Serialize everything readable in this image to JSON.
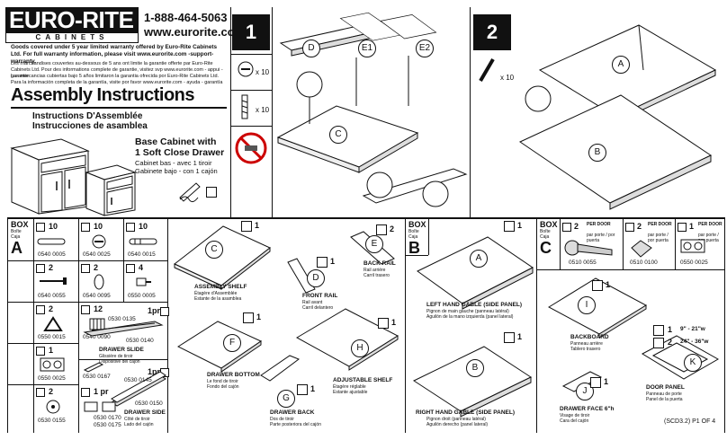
{
  "header": {
    "logo_top": "EURO-RITE",
    "logo_bottom": "CABINETS",
    "phone": "1-888-464-5063",
    "website": "www.eurorite.com",
    "warranty_en": "Goods covered under 5 year limited warranty offered by Euro-Rite Cabinets Ltd. For full warranty information, please visit www.eurorite.com -support-warranty.",
    "warranty_fr": "Les marchandises couvertes au-dessous de 5 ans ont limite la garantie offerte par Euro-Rite Cabinets Ltd. Pour des informations complete de garantie, visitez svp www.eurorite.com - appui - garantie",
    "warranty_es": "Las mercancias cubiertas bajo 5 años limitaron la garantia ofrecida por Euro-Rite Cabinets Ltd. Para la información completa de la garantía, visite por favor www.eurorite.com - ayuda - garantía",
    "title": "Assembly Instructions",
    "title_fr": "Instructions D'Assemblée",
    "title_es": "Instrucciones de asamblea",
    "cabinet_title_1": "Base Cabinet with",
    "cabinet_title_2": "1 Soft Close Drawer",
    "cabinet_fr": "Cabinet bas - avec 1 tiroir",
    "cabinet_es": "Gabinete bajo - con 1 cajón"
  },
  "steps": {
    "step1": "1",
    "step2": "2",
    "x10a": "x 10",
    "x10b": "x 10",
    "x10c": "x 10",
    "labels": [
      "D",
      "E1",
      "E2",
      "C",
      "A",
      "B"
    ]
  },
  "boxA": {
    "label": "BOX",
    "fr": "Boîte",
    "es": "Caja",
    "letter": "A",
    "items": [
      {
        "qty": "10",
        "code": "0540 0005"
      },
      {
        "qty": "10",
        "code": "0540 0025"
      },
      {
        "qty": "10",
        "code": "0540 0015"
      },
      {
        "qty": "2",
        "code": "0540 0055"
      },
      {
        "qty": "2",
        "code": "0540 0095"
      },
      {
        "qty": "4",
        "code": "0550 0005"
      },
      {
        "qty": "2",
        "code": "0550 0015"
      },
      {
        "qty": "12",
        "code": "0540 0090"
      },
      {
        "qty": "1",
        "code": "0550 0025"
      },
      {
        "qty": "2",
        "code": "0530 0155"
      },
      {
        "qty": "1 pr",
        "code": "0530 0170"
      },
      {
        "code": "0530 0175"
      }
    ],
    "slide_qty": "1pr",
    "slide_code_a": "0530 0135",
    "slide_code_b": "0530 0140",
    "slide_name": "DRAWER SLIDE",
    "slide_fr": "Glissière de tiroir",
    "slide_es": "Dispositive del cajón",
    "slide_code_c": "0530 0167",
    "side_qty": "1pr",
    "side_code_a": "0530 0145",
    "side_code_b": "0530 0150",
    "side_name": "DRAWER SIDE",
    "side_fr": "Côté de tiroir",
    "side_es": "Lado del cajón"
  },
  "panels": {
    "c": {
      "letter": "C",
      "qty": "1",
      "name": "ASSEMBLY SHELF",
      "fr": "Étagère d'Assemblée",
      "es": "Estante de la asamblea"
    },
    "d": {
      "letter": "D",
      "qty": "1",
      "name": "FRONT RAIL",
      "fr": "Rail avant",
      "es": "Carril delantero"
    },
    "e": {
      "letter": "E",
      "qty": "2",
      "name": "BACK RAIL",
      "fr": "Rail arrière",
      "es": "Carril trasero"
    },
    "f": {
      "letter": "F",
      "qty": "1",
      "name": "DRAWER BOTTOM",
      "fr": "Le fond de tiroir",
      "es": "Fondo del cajón"
    },
    "g": {
      "letter": "G",
      "qty": "1",
      "name": "DRAWER BACK",
      "fr": "Dos de tiroir",
      "es": "Parte posteriora del cajón"
    },
    "h": {
      "letter": "H",
      "qty": "1",
      "name": "ADJUSTABLE SHELF",
      "fr": "Étagère réglable",
      "es": "Estante ajustable"
    }
  },
  "boxB": {
    "label": "BOX",
    "fr": "Boîte",
    "es": "Caja",
    "letter": "B",
    "a": {
      "letter": "A",
      "qty": "1",
      "name": "LEFT HAND GABLE (SIDE PANEL)",
      "fr": "Pignon de main gauche (panneau latéral)",
      "es": "Aguilón de la mano izquierda (panel lateral)"
    },
    "b": {
      "letter": "B",
      "qty": "1",
      "name": "RIGHT HAND GABLE (SIDE PANEL)",
      "fr": "Pignon droit (panneau latéral)",
      "es": "Aguilón derecho (panel lateral)"
    }
  },
  "boxC": {
    "label": "BOX",
    "fr": "Boîte",
    "es": "Caja",
    "letter": "C",
    "hw": [
      {
        "qty": "2",
        "per": "PER DOOR",
        "per_sub": "par porte / por puerta",
        "code": "0510 0055"
      },
      {
        "qty": "2",
        "per": "PER DOOR",
        "per_sub": "par porte / por puerta",
        "code": "0510 0100"
      },
      {
        "qty": "1",
        "per": "PER DOOR",
        "per_sub": "par porte / por puerta",
        "code": "0550 0025"
      }
    ],
    "i": {
      "letter": "I",
      "qty": "1",
      "name": "BACKBOARD",
      "fr": "Panneau arrière",
      "es": "Tablero trasero"
    },
    "k": {
      "letter": "K",
      "qty1": "1",
      "size1": "9\" - 21\"w",
      "qty2": "2",
      "size2": "24\" - 36\"w",
      "name": "DOOR PANEL",
      "fr": "Panneau de porte",
      "es": "Panel de la puerta"
    },
    "j": {
      "letter": "J",
      "qty": "1",
      "name": "DRAWER FACE 6\"h",
      "fr": "Visage de tiroir",
      "es": "Cara del cajón"
    }
  },
  "footer": "(SCD3.2) P1 OF 4"
}
